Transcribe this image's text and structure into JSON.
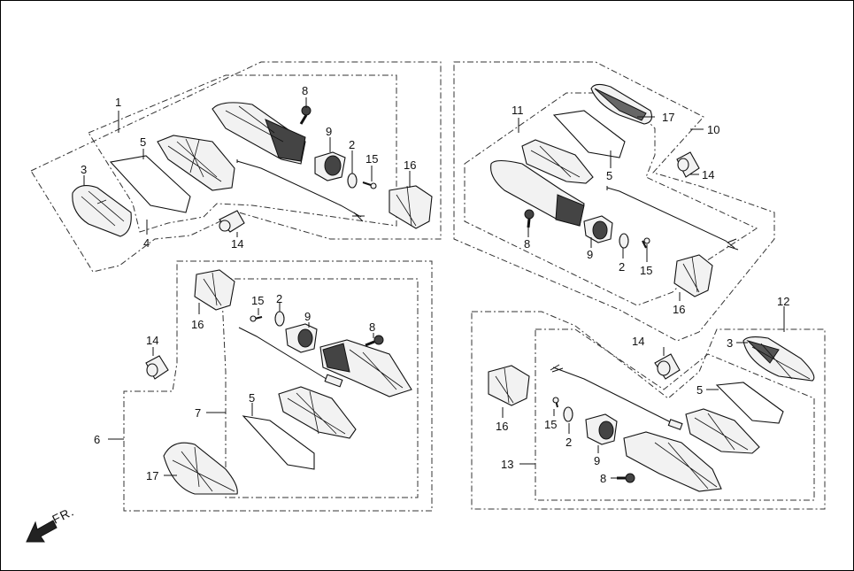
{
  "direction_label": "FR.",
  "callouts": {
    "g1": {
      "1": "1",
      "3": "3",
      "4": "4",
      "5": "5",
      "8": "8",
      "9": "9",
      "2": "2",
      "15": "15",
      "16": "16",
      "14": "14"
    },
    "g10": {
      "11": "11",
      "17": "17",
      "10": "10",
      "14": "14",
      "5": "5",
      "8": "8",
      "9": "9",
      "2": "2",
      "15": "15",
      "16": "16"
    },
    "g6": {
      "16": "16",
      "14": "14",
      "6": "6",
      "15": "15",
      "2": "2",
      "9": "9",
      "8": "8",
      "7": "7",
      "5": "5",
      "17": "17"
    },
    "g12": {
      "12": "12",
      "3": "3",
      "14": "14",
      "5": "5",
      "16": "16",
      "15": "15",
      "2": "2",
      "9": "9",
      "13": "13",
      "8": "8"
    }
  }
}
